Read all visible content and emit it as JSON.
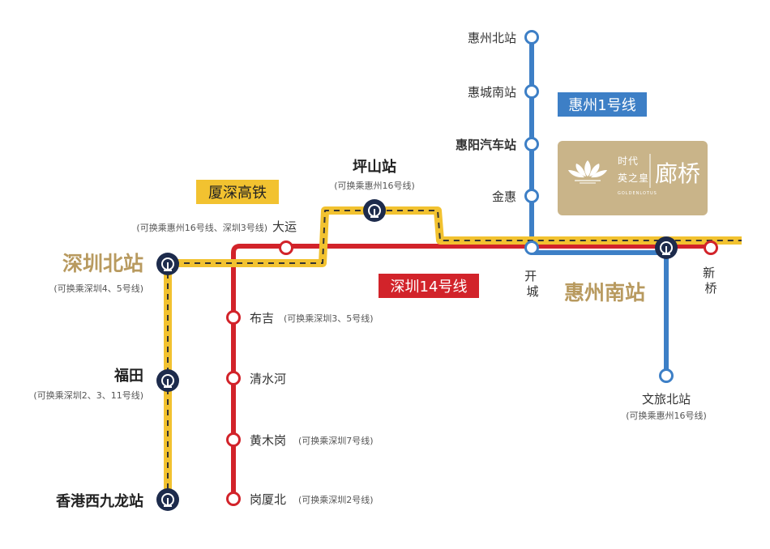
{
  "colors": {
    "hsr_gold": "#f2c230",
    "hsr_dash": "#333333",
    "sz14_red": "#d2232a",
    "hz1_blue": "#3d7fc6",
    "hub_navy": "#1d2b4c",
    "hub_gold_text": "#b89a5f",
    "brand_bg": "#c9b489"
  },
  "lines": {
    "hsr": {
      "label": "厦深高铁",
      "icon": "high-speed-rail-line"
    },
    "sz14": {
      "label": "深圳14号线",
      "icon": "metro-line"
    },
    "hz1": {
      "label": "惠州1号线",
      "icon": "metro-line"
    }
  },
  "stations": {
    "shenzhen_north": {
      "name": "深圳北站",
      "note": "(可换乘深圳4、5号线)"
    },
    "futian": {
      "name": "福田",
      "note": "(可换乘深圳2、3、11号线)"
    },
    "hk_west_kowloon": {
      "name": "香港西九龙站"
    },
    "pingshan": {
      "name": "坪山站",
      "note": "(可换乘惠州16号线)"
    },
    "dayun": {
      "name": "大运",
      "note": "(可换乘惠州16号线、深圳3号线)"
    },
    "buji": {
      "name": "布吉",
      "note": "(可换乘深圳3、5号线)"
    },
    "qingshuihe": {
      "name": "清水河"
    },
    "huangmugang": {
      "name": "黄木岗",
      "note": "(可换乘深圳7号线)"
    },
    "gangxiabei": {
      "name": "岗厦北",
      "note": "(可换乘深圳2号线)"
    },
    "huizhou_north": {
      "name": "惠州北站"
    },
    "huicheng_south": {
      "name": "惠城南站"
    },
    "huiyang_bus": {
      "name": "惠阳汽车站"
    },
    "jinhui": {
      "name": "金惠"
    },
    "kaicheng": {
      "name": "开城"
    },
    "huizhou_south": {
      "name": "惠州南站"
    },
    "xinqiao": {
      "name": "新桥"
    },
    "wenlv_north": {
      "name": "文旅北站",
      "note": "(可换乘惠州16号线)"
    }
  },
  "brand": {
    "line1": "时代",
    "line2": "英之皇",
    "name": "廊桥",
    "tagline": "GOLDENLOTUS",
    "icon": "lotus-logo-icon"
  }
}
